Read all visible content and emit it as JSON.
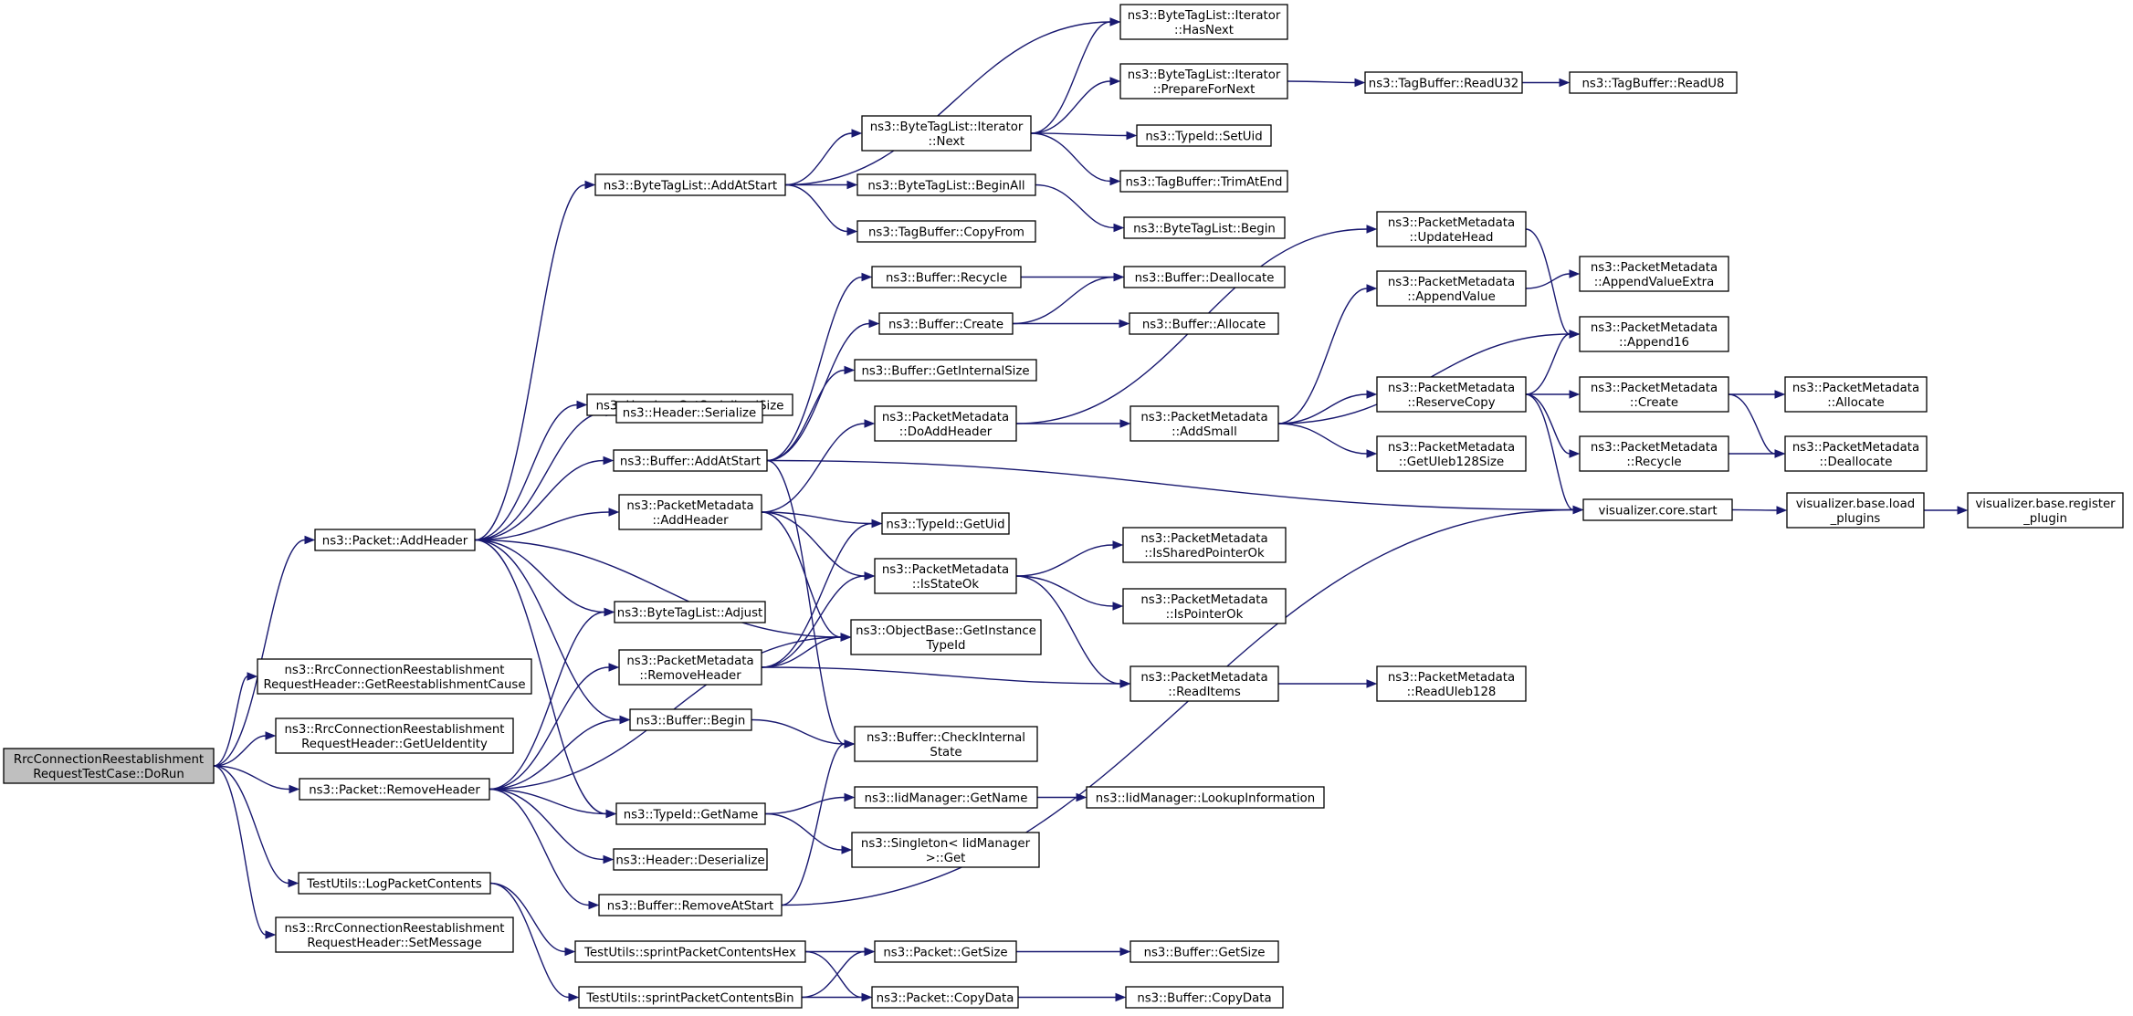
{
  "graph": {
    "edge_color": "#191970",
    "root_fill": "#bfbfbf",
    "nodes": [
      {
        "id": "n0",
        "lines": [
          "RrcConnectionReestablishment",
          "RequestTestCase::DoRun"
        ],
        "root": true
      },
      {
        "id": "n1",
        "lines": [
          "ns3::Packet::AddHeader"
        ]
      },
      {
        "id": "n2",
        "lines": [
          "ns3::RrcConnectionReestablishment",
          "RequestHeader::GetReestablishmentCause"
        ]
      },
      {
        "id": "n3",
        "lines": [
          "ns3::RrcConnectionReestablishment",
          "RequestHeader::GetUeIdentity"
        ]
      },
      {
        "id": "n4",
        "lines": [
          "ns3::Packet::RemoveHeader"
        ]
      },
      {
        "id": "n5",
        "lines": [
          "TestUtils::LogPacketContents"
        ]
      },
      {
        "id": "n6",
        "lines": [
          "ns3::RrcConnectionReestablishment",
          "RequestHeader::SetMessage"
        ]
      },
      {
        "id": "n7",
        "lines": [
          "ns3::ByteTagList::AddAtStart"
        ]
      },
      {
        "id": "n8",
        "lines": [
          "ns3::Header::GetSerializedSize"
        ]
      },
      {
        "id": "n9",
        "lines": [
          "ns3::Header::Serialize"
        ]
      },
      {
        "id": "n10",
        "lines": [
          "ns3::Buffer::AddAtStart"
        ]
      },
      {
        "id": "n11",
        "lines": [
          "ns3::PacketMetadata",
          "::AddHeader"
        ]
      },
      {
        "id": "n12",
        "lines": [
          "ns3::ByteTagList::Adjust"
        ]
      },
      {
        "id": "n13",
        "lines": [
          "ns3::PacketMetadata",
          "::RemoveHeader"
        ]
      },
      {
        "id": "n14",
        "lines": [
          "ns3::Buffer::Begin"
        ]
      },
      {
        "id": "n15",
        "lines": [
          "ns3::TypeId::GetName"
        ]
      },
      {
        "id": "n16",
        "lines": [
          "ns3::Header::Deserialize"
        ]
      },
      {
        "id": "n17",
        "lines": [
          "ns3::Buffer::RemoveAtStart"
        ]
      },
      {
        "id": "n18",
        "lines": [
          "TestUtils::sprintPacketContentsHex"
        ]
      },
      {
        "id": "n19",
        "lines": [
          "TestUtils::sprintPacketContentsBin"
        ]
      },
      {
        "id": "n20",
        "lines": [
          "ns3::ByteTagList::Iterator",
          "::Next"
        ]
      },
      {
        "id": "n21",
        "lines": [
          "ns3::ByteTagList::BeginAll"
        ]
      },
      {
        "id": "n22",
        "lines": [
          "ns3::TagBuffer::CopyFrom"
        ]
      },
      {
        "id": "n23",
        "lines": [
          "ns3::Buffer::Recycle"
        ]
      },
      {
        "id": "n24",
        "lines": [
          "ns3::Buffer::Create"
        ]
      },
      {
        "id": "n25",
        "lines": [
          "ns3::Buffer::GetInternalSize"
        ]
      },
      {
        "id": "n26",
        "lines": [
          "ns3::PacketMetadata",
          "::DoAddHeader"
        ]
      },
      {
        "id": "n27",
        "lines": [
          "ns3::TypeId::GetUid"
        ]
      },
      {
        "id": "n28",
        "lines": [
          "ns3::PacketMetadata",
          "::IsStateOk"
        ]
      },
      {
        "id": "n29",
        "lines": [
          "ns3::ObjectBase::GetInstance",
          "TypeId"
        ]
      },
      {
        "id": "n30",
        "lines": [
          "ns3::Buffer::CheckInternal",
          "State"
        ]
      },
      {
        "id": "n31",
        "lines": [
          "ns3::IidManager::GetName"
        ]
      },
      {
        "id": "n32",
        "lines": [
          "ns3::Singleton< IidManager",
          ">::Get"
        ]
      },
      {
        "id": "n33",
        "lines": [
          "ns3::Packet::GetSize"
        ]
      },
      {
        "id": "n34",
        "lines": [
          "ns3::Packet::CopyData"
        ]
      },
      {
        "id": "n35",
        "lines": [
          "ns3::ByteTagList::Iterator",
          "::HasNext"
        ]
      },
      {
        "id": "n36",
        "lines": [
          "ns3::ByteTagList::Iterator",
          "::PrepareForNext"
        ]
      },
      {
        "id": "n37",
        "lines": [
          "ns3::TypeId::SetUid"
        ]
      },
      {
        "id": "n38",
        "lines": [
          "ns3::TagBuffer::TrimAtEnd"
        ]
      },
      {
        "id": "n39",
        "lines": [
          "ns3::ByteTagList::Begin"
        ]
      },
      {
        "id": "n40",
        "lines": [
          "ns3::Buffer::Deallocate"
        ]
      },
      {
        "id": "n41",
        "lines": [
          "ns3::Buffer::Allocate"
        ]
      },
      {
        "id": "n42",
        "lines": [
          "ns3::PacketMetadata",
          "::AddSmall"
        ]
      },
      {
        "id": "n43",
        "lines": [
          "ns3::PacketMetadata",
          "::IsSharedPointerOk"
        ]
      },
      {
        "id": "n44",
        "lines": [
          "ns3::PacketMetadata",
          "::IsPointerOk"
        ]
      },
      {
        "id": "n45",
        "lines": [
          "ns3::PacketMetadata",
          "::ReadItems"
        ]
      },
      {
        "id": "n46",
        "lines": [
          "ns3::IidManager::LookupInformation"
        ]
      },
      {
        "id": "n47",
        "lines": [
          "ns3::Buffer::GetSize"
        ]
      },
      {
        "id": "n48",
        "lines": [
          "ns3::Buffer::CopyData"
        ]
      },
      {
        "id": "n49",
        "lines": [
          "ns3::TagBuffer::ReadU32"
        ]
      },
      {
        "id": "n50",
        "lines": [
          "ns3::PacketMetadata",
          "::UpdateHead"
        ]
      },
      {
        "id": "n51",
        "lines": [
          "ns3::PacketMetadata",
          "::AppendValue"
        ]
      },
      {
        "id": "n52",
        "lines": [
          "ns3::PacketMetadata",
          "::ReserveCopy"
        ]
      },
      {
        "id": "n53",
        "lines": [
          "ns3::PacketMetadata",
          "::GetUleb128Size"
        ]
      },
      {
        "id": "n54",
        "lines": [
          "ns3::PacketMetadata",
          "::ReadUleb128"
        ]
      },
      {
        "id": "n55",
        "lines": [
          "visualizer.core.start"
        ]
      },
      {
        "id": "n56",
        "lines": [
          "ns3::TagBuffer::ReadU8"
        ]
      },
      {
        "id": "n57",
        "lines": [
          "ns3::PacketMetadata",
          "::AppendValueExtra"
        ]
      },
      {
        "id": "n58",
        "lines": [
          "ns3::PacketMetadata",
          "::Append16"
        ]
      },
      {
        "id": "n59",
        "lines": [
          "ns3::PacketMetadata",
          "::Create"
        ]
      },
      {
        "id": "n60",
        "lines": [
          "ns3::PacketMetadata",
          "::Recycle"
        ]
      },
      {
        "id": "n61",
        "lines": [
          "visualizer.base.load",
          "_plugins"
        ]
      },
      {
        "id": "n62",
        "lines": [
          "ns3::PacketMetadata",
          "::Allocate"
        ]
      },
      {
        "id": "n63",
        "lines": [
          "ns3::PacketMetadata",
          "::Deallocate"
        ]
      },
      {
        "id": "n64",
        "lines": [
          "visualizer.base.register",
          "_plugin"
        ]
      }
    ],
    "edges": [
      [
        "n0",
        "n1"
      ],
      [
        "n0",
        "n2"
      ],
      [
        "n0",
        "n3"
      ],
      [
        "n0",
        "n4"
      ],
      [
        "n0",
        "n5"
      ],
      [
        "n0",
        "n6"
      ],
      [
        "n1",
        "n7"
      ],
      [
        "n1",
        "n8"
      ],
      [
        "n1",
        "n9"
      ],
      [
        "n1",
        "n10"
      ],
      [
        "n1",
        "n11"
      ],
      [
        "n1",
        "n12"
      ],
      [
        "n1",
        "n29"
      ],
      [
        "n1",
        "n14"
      ],
      [
        "n1",
        "n15"
      ],
      [
        "n4",
        "n13"
      ],
      [
        "n4",
        "n12"
      ],
      [
        "n4",
        "n14"
      ],
      [
        "n4",
        "n29"
      ],
      [
        "n4",
        "n15"
      ],
      [
        "n4",
        "n16"
      ],
      [
        "n4",
        "n17"
      ],
      [
        "n5",
        "n18"
      ],
      [
        "n5",
        "n19"
      ],
      [
        "n7",
        "n35"
      ],
      [
        "n7",
        "n20"
      ],
      [
        "n7",
        "n21"
      ],
      [
        "n7",
        "n22"
      ],
      [
        "n10",
        "n23"
      ],
      [
        "n10",
        "n24"
      ],
      [
        "n10",
        "n25"
      ],
      [
        "n10",
        "n30"
      ],
      [
        "n10",
        "n55"
      ],
      [
        "n11",
        "n26"
      ],
      [
        "n11",
        "n27"
      ],
      [
        "n11",
        "n28"
      ],
      [
        "n11",
        "n29"
      ],
      [
        "n13",
        "n27"
      ],
      [
        "n13",
        "n28"
      ],
      [
        "n13",
        "n29"
      ],
      [
        "n13",
        "n45"
      ],
      [
        "n14",
        "n30"
      ],
      [
        "n15",
        "n31"
      ],
      [
        "n15",
        "n32"
      ],
      [
        "n17",
        "n30"
      ],
      [
        "n17",
        "n55"
      ],
      [
        "n18",
        "n33"
      ],
      [
        "n18",
        "n34"
      ],
      [
        "n19",
        "n33"
      ],
      [
        "n19",
        "n34"
      ],
      [
        "n20",
        "n35"
      ],
      [
        "n20",
        "n36"
      ],
      [
        "n20",
        "n37"
      ],
      [
        "n20",
        "n38"
      ],
      [
        "n21",
        "n39"
      ],
      [
        "n23",
        "n40"
      ],
      [
        "n24",
        "n40"
      ],
      [
        "n24",
        "n41"
      ],
      [
        "n26",
        "n50"
      ],
      [
        "n26",
        "n42"
      ],
      [
        "n28",
        "n43"
      ],
      [
        "n28",
        "n44"
      ],
      [
        "n28",
        "n45"
      ],
      [
        "n31",
        "n46"
      ],
      [
        "n33",
        "n47"
      ],
      [
        "n34",
        "n48"
      ],
      [
        "n36",
        "n49"
      ],
      [
        "n42",
        "n51"
      ],
      [
        "n42",
        "n58"
      ],
      [
        "n42",
        "n52"
      ],
      [
        "n42",
        "n53"
      ],
      [
        "n45",
        "n54"
      ],
      [
        "n49",
        "n56"
      ],
      [
        "n50",
        "n58"
      ],
      [
        "n51",
        "n57"
      ],
      [
        "n52",
        "n58"
      ],
      [
        "n52",
        "n59"
      ],
      [
        "n52",
        "n60"
      ],
      [
        "n52",
        "n55"
      ],
      [
        "n55",
        "n61"
      ],
      [
        "n59",
        "n62"
      ],
      [
        "n59",
        "n63"
      ],
      [
        "n60",
        "n63"
      ],
      [
        "n61",
        "n64"
      ]
    ]
  }
}
